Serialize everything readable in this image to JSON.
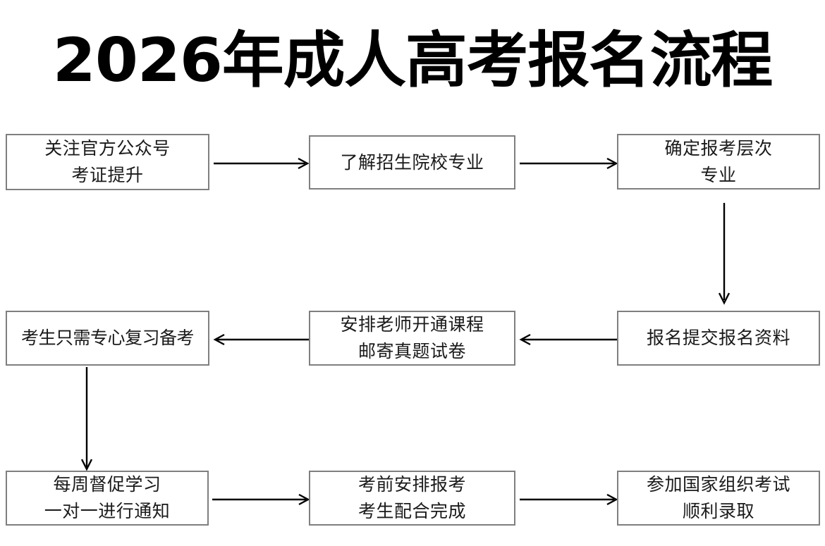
{
  "page": {
    "title": "2026年成人高考报名流程",
    "background_color": "#ffffff",
    "box_border_color": "#7f7f7f",
    "text_color": "#1a1a1a",
    "arrow_color": "#000000"
  },
  "flowchart": {
    "type": "process-flow",
    "direction": "left-to-right, serpentine (row1 L→R, row2 R→L, row3 L→R)",
    "nodes": [
      {
        "id": "n1",
        "step": 1,
        "label": "关注官方公众号\n考证提升",
        "lines": [
          "关注官方公众号",
          "考证提升"
        ],
        "row": 1,
        "col": 1
      },
      {
        "id": "n2",
        "step": 2,
        "label": "了解招生院校专业",
        "lines": [
          "了解招生院校专业"
        ],
        "row": 1,
        "col": 2
      },
      {
        "id": "n3",
        "step": 3,
        "label": "确定报考层次\n专业",
        "lines": [
          "确定报考层次",
          "专业"
        ],
        "row": 1,
        "col": 3
      },
      {
        "id": "n4",
        "step": 6,
        "label": "考生只需专心复习备考",
        "lines": [
          "考生只需专心复习备考"
        ],
        "row": 2,
        "col": 1
      },
      {
        "id": "n5",
        "step": 5,
        "label": "安排老师开通课程\n邮寄真题试卷",
        "lines": [
          "安排老师开通课程",
          "邮寄真题试卷"
        ],
        "row": 2,
        "col": 2
      },
      {
        "id": "n6",
        "step": 4,
        "label": "报名提交报名资料",
        "lines": [
          "报名提交报名资料"
        ],
        "row": 2,
        "col": 3
      },
      {
        "id": "n7",
        "step": 7,
        "label": "每周督促学习\n一对一进行通知",
        "lines": [
          "每周督促学习",
          "一对一进行通知"
        ],
        "row": 3,
        "col": 1
      },
      {
        "id": "n8",
        "step": 8,
        "label": "考前安排报考\n考生配合完成",
        "lines": [
          "考前安排报考",
          "考生配合完成"
        ],
        "row": 3,
        "col": 2
      },
      {
        "id": "n9",
        "step": 9,
        "label": "参加国家组织考试\n顺利录取",
        "lines": [
          "参加国家组织考试",
          "顺利录取"
        ],
        "row": 3,
        "col": 3
      }
    ],
    "edges": [
      {
        "id": "e1",
        "from": "n1",
        "to": "n2",
        "direction": "right"
      },
      {
        "id": "e2",
        "from": "n2",
        "to": "n3",
        "direction": "right"
      },
      {
        "id": "e3",
        "from": "n3",
        "to": "n6",
        "direction": "down"
      },
      {
        "id": "e4",
        "from": "n6",
        "to": "n5",
        "direction": "left"
      },
      {
        "id": "e5",
        "from": "n5",
        "to": "n4",
        "direction": "left"
      },
      {
        "id": "e6",
        "from": "n4",
        "to": "n7",
        "direction": "down"
      },
      {
        "id": "e7",
        "from": "n7",
        "to": "n8",
        "direction": "right"
      },
      {
        "id": "e8",
        "from": "n8",
        "to": "n9",
        "direction": "right"
      }
    ]
  }
}
